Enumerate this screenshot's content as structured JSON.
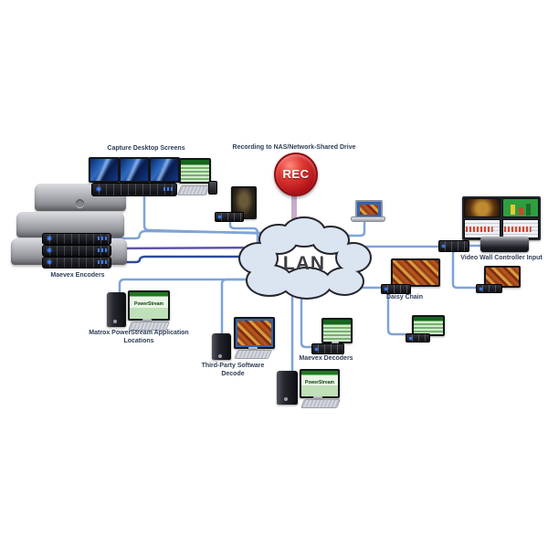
{
  "labels": {
    "recording": "Recording to NAS/Network-Shared Drive",
    "capture": "Capture Desktop Screens",
    "encoders": "Maevex Encoders",
    "powerstream_app": "Matrox PowerStream Application Locations",
    "third_party": "Third-Party Software Decode",
    "decoders": "Maevex Decoders",
    "daisy_chain": "Daisy Chain",
    "video_wall": "Video Wall Controller Input",
    "lan": "LAN",
    "rec": "REC",
    "powerstream_screen": "PowerStream"
  },
  "colors": {
    "line_light_blue": "#7fa3d7",
    "line_purple": "#5e55a4",
    "line_navy": "#2c4a9e",
    "rec_stem": "#c9abce",
    "rec_red": "#b01218",
    "cloud_fill": "#dbe5f1",
    "cloud_border": "#26262e",
    "label_text": "#2f3d57"
  }
}
